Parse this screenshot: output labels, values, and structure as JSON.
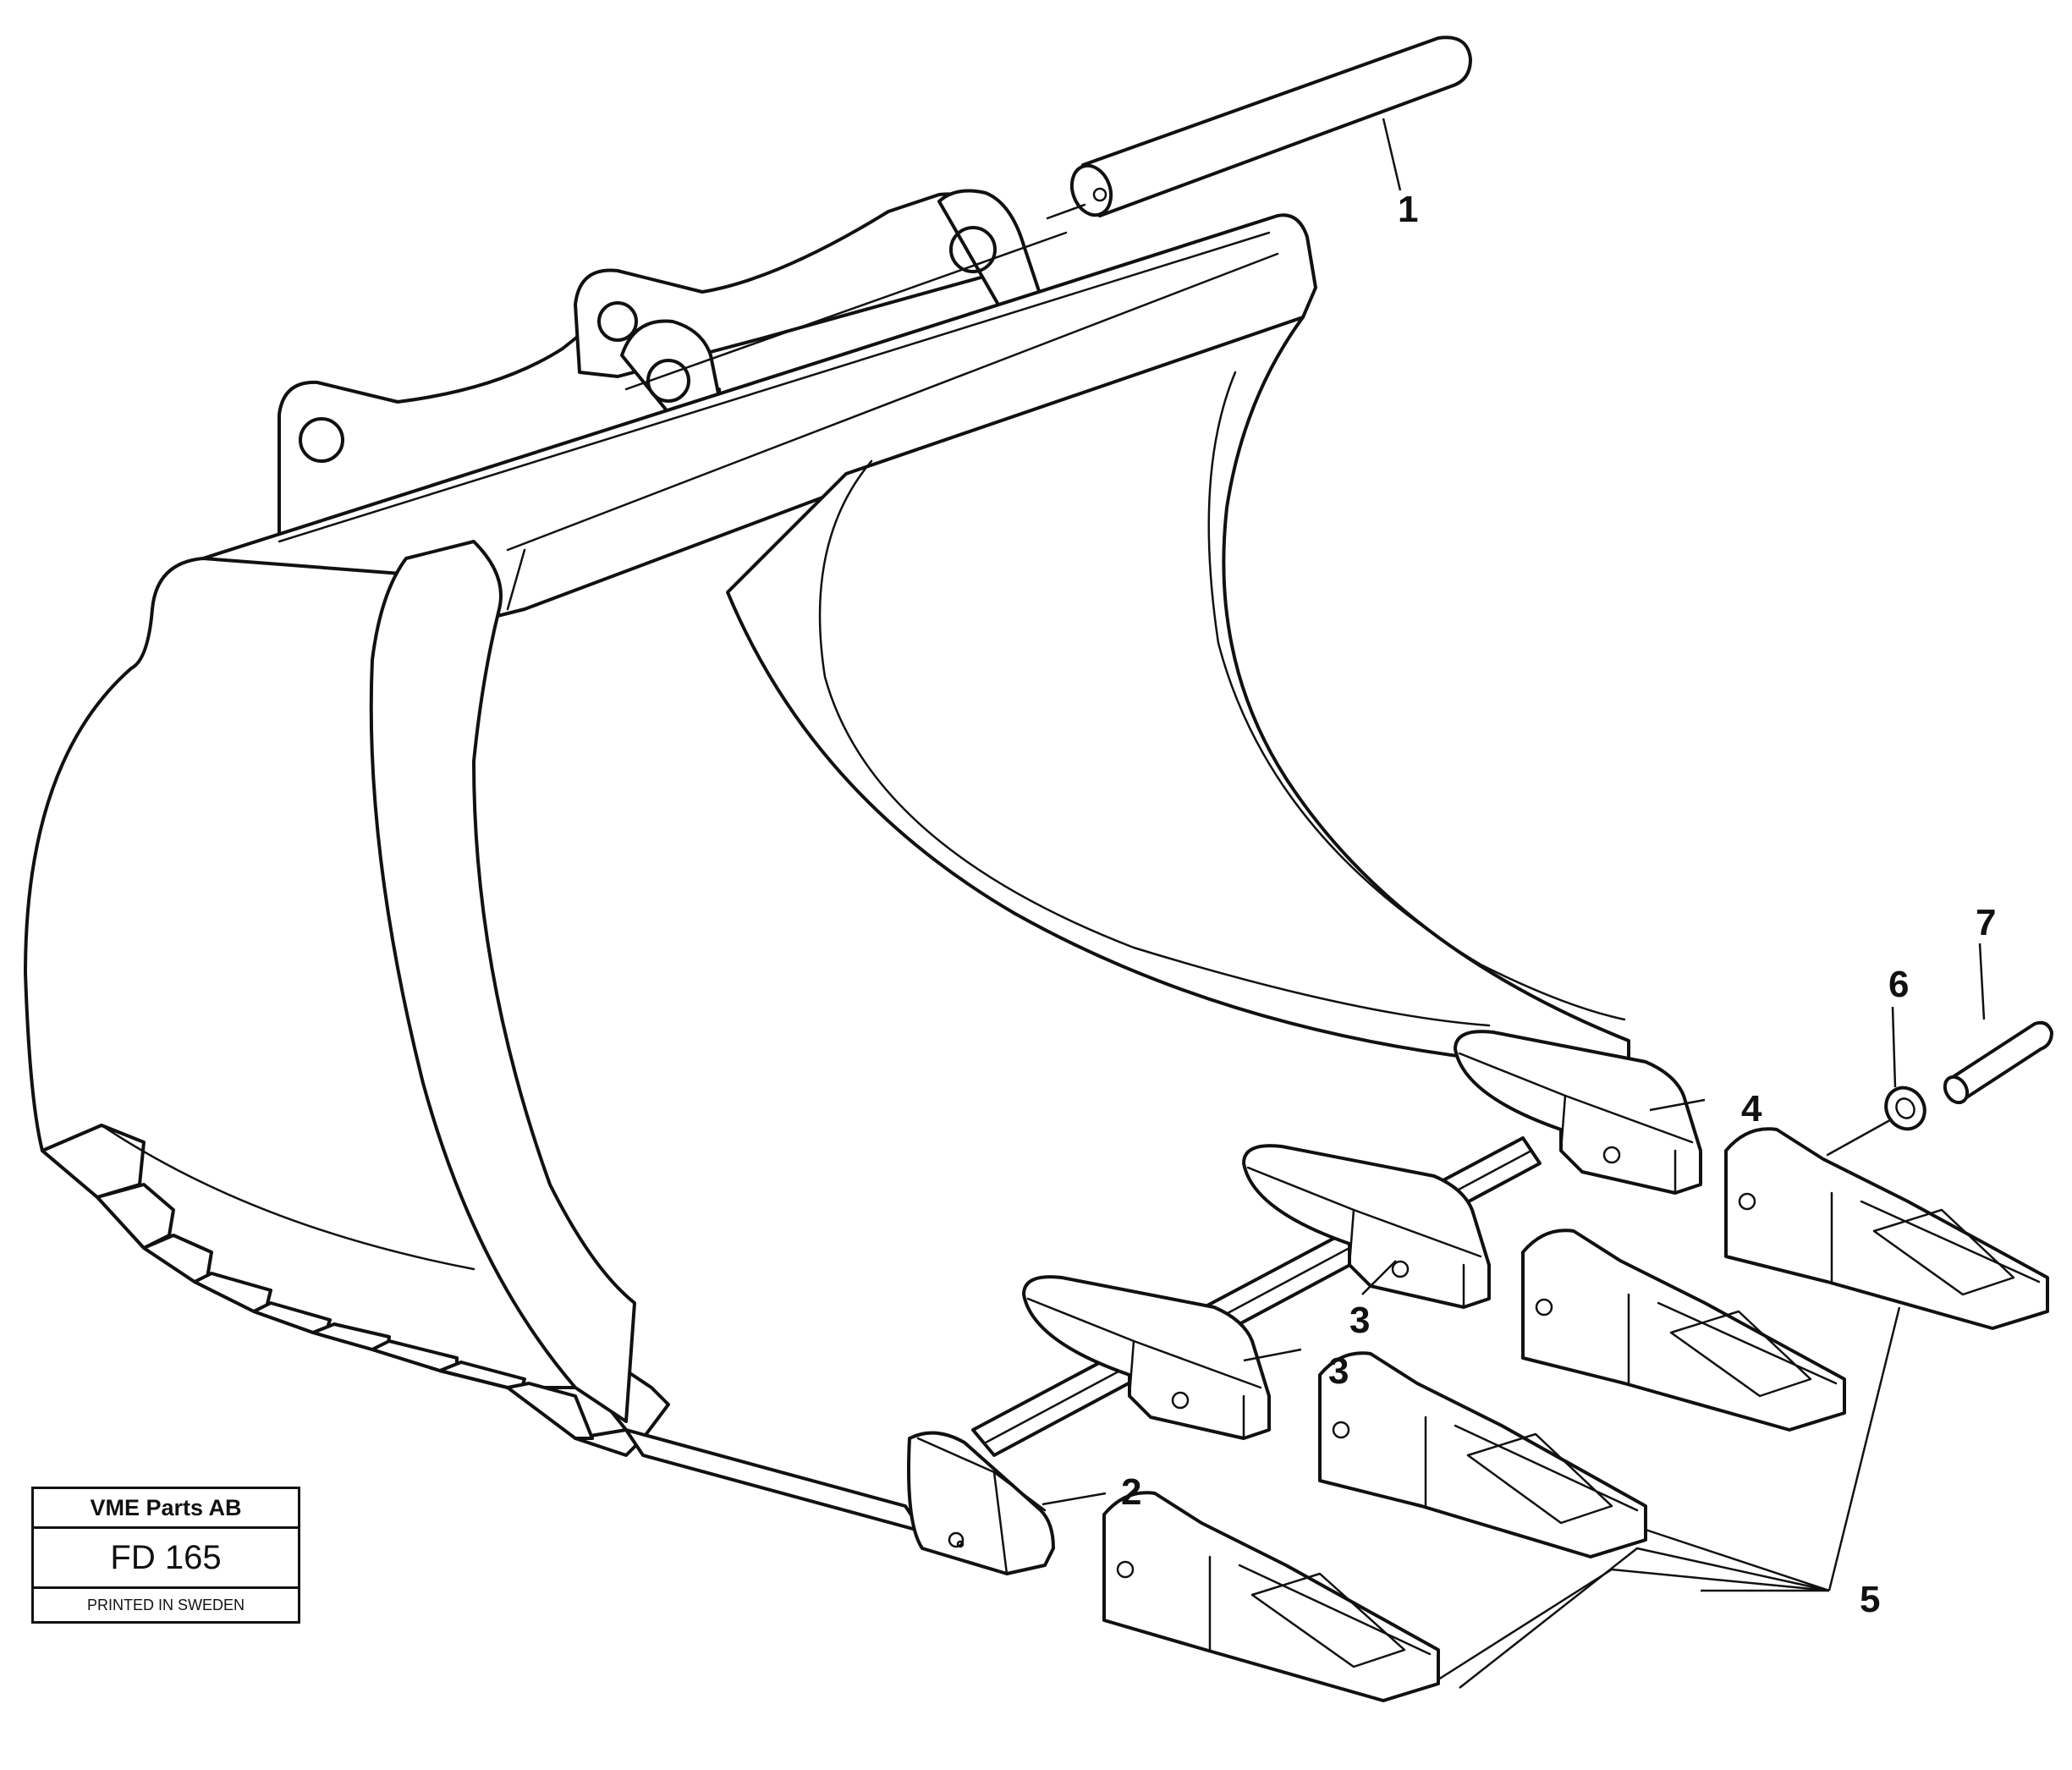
{
  "title_block": {
    "company": "VME Parts AB",
    "code": "FD 165",
    "printed": "PRINTED IN SWEDEN"
  },
  "callouts": {
    "item1": "1",
    "item2": "2",
    "item3a": "3",
    "item3b": "3",
    "item4": "4",
    "item5": "5",
    "item6": "6",
    "item7": "7"
  }
}
